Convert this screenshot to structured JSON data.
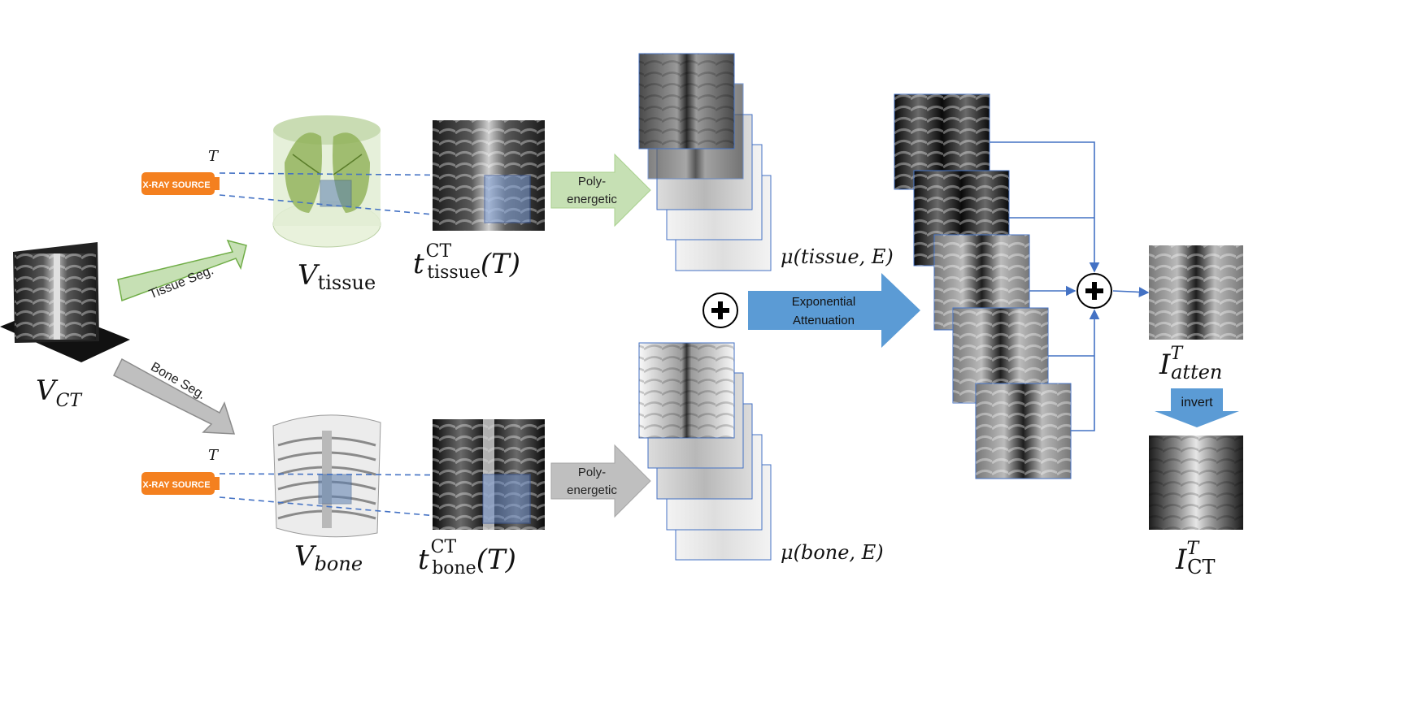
{
  "labels": {
    "v_ct": {
      "base": "V",
      "sub": "CT"
    },
    "v_tissue": {
      "base": "V",
      "sub": "tissue"
    },
    "v_bone": {
      "base": "V",
      "sub": "bone"
    },
    "t_tissue": {
      "base": "t",
      "sup": "CT",
      "sub": "tissue",
      "arg": "(T)"
    },
    "t_bone": {
      "base": "t",
      "sup": "CT",
      "sub": "bone",
      "arg": "(T)"
    },
    "mu_tissue": "μ(tissue, E)",
    "mu_bone": "μ(bone, E)",
    "i_atten": {
      "base": "I",
      "sup": "T",
      "sub": "atten"
    },
    "i_ct": {
      "base": "I",
      "sup": "T",
      "sub": "CT"
    },
    "t_top": "T",
    "t_bottom": "T"
  },
  "arrows": {
    "tissue_seg": "Tissue Seg.",
    "bone_seg": "Bone Seg.",
    "poly_top_1": "Poly-",
    "poly_top_2": "energetic",
    "poly_bot_1": "Poly-",
    "poly_bot_2": "energetic",
    "exp_1": "Exponential",
    "exp_2": "Attenuation",
    "invert": "invert"
  },
  "xray_source": {
    "top": "X-RAY SOURCE",
    "bottom": "X-RAY SOURCE"
  },
  "colors": {
    "green_fill": "#c6e0b4",
    "green_stroke": "#70ad47",
    "gray_fill": "#bfbfbf",
    "blue": "#5b9bd5",
    "orange": "#f4801f",
    "line_blue": "#4472c4"
  }
}
